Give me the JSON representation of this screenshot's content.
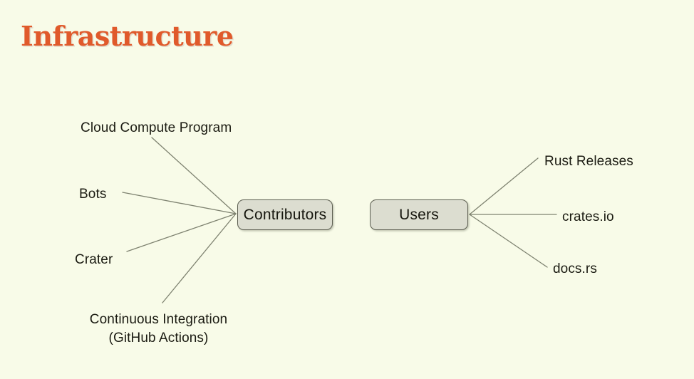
{
  "slide": {
    "title": "Infrastructure",
    "background_color": "#f8fbe8",
    "title_color": "#e05a2b"
  },
  "diagram": {
    "type": "node-link",
    "node_fill_color": "#dcddd0",
    "node_border_color": "#5d5f52",
    "edge_color": "#7e8270",
    "nodes": [
      {
        "id": "contributors",
        "label": "Contributors"
      },
      {
        "id": "users",
        "label": "Users"
      }
    ],
    "left_branches": [
      {
        "label": "Cloud Compute Program",
        "target": "contributors"
      },
      {
        "label": "Bots",
        "target": "contributors"
      },
      {
        "label": "Crater",
        "target": "contributors"
      },
      {
        "label": "Continuous Integration",
        "label_line2": "(GitHub Actions)",
        "target": "contributors"
      }
    ],
    "right_branches": [
      {
        "label": "Rust Releases",
        "source": "users"
      },
      {
        "label": "crates.io",
        "source": "users"
      },
      {
        "label": "docs.rs",
        "source": "users"
      }
    ]
  }
}
